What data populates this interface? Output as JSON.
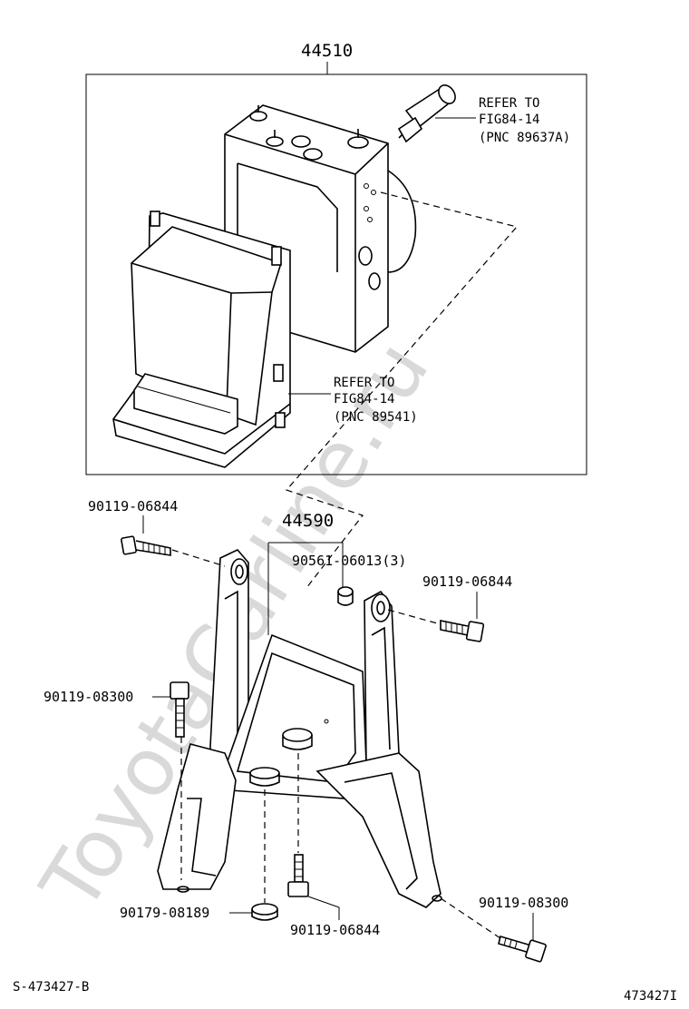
{
  "labels": {
    "part_44510": "44510",
    "part_44590": "44590",
    "refer1_l1": "REFER TO",
    "refer1_l2": "FIG84-14",
    "refer1_l3": "(PNC 89637A)",
    "refer2_l1": "REFER TO",
    "refer2_l2": "FIG84-14",
    "refer2_l3": "(PNC 89541)",
    "bolt_top_left": "90119-06844",
    "nut_90561": "90561-06013(3)",
    "bolt_right": "90119-06844",
    "bolt_left": "90119-08300",
    "cushion_90179": "90179-08189",
    "bolt_bottom_center": "90119-06844",
    "bolt_bottom_right": "90119-08300",
    "diagram_code": "S-473427-B",
    "image_id": "473427I"
  },
  "watermark": "ToyotaCarline.ru"
}
